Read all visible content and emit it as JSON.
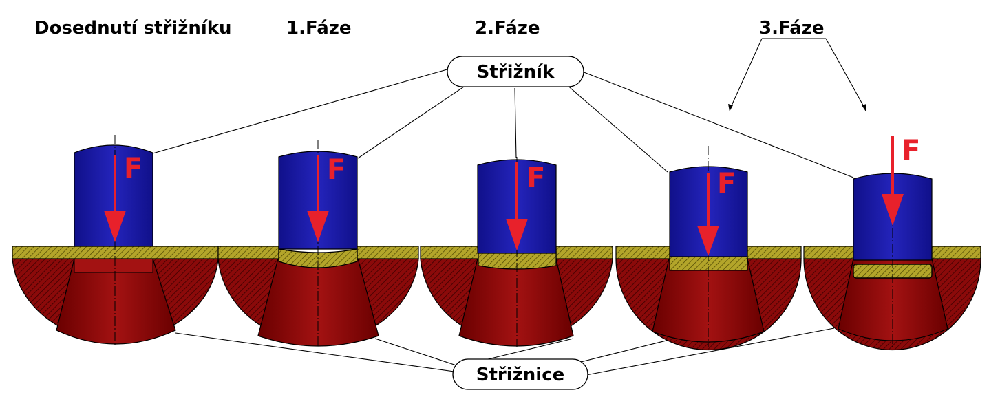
{
  "titles": {
    "seating": "Dosednutí střižníku",
    "phase1": "1.Fáze",
    "phase2": "2.Fáze",
    "phase3": "3.Fáze"
  },
  "labels": {
    "punch": "Střižník",
    "die": "Střižnice",
    "force": "F"
  },
  "colors": {
    "punch": "#1a1aa8",
    "die": "#8b0a0a",
    "sheet": "#b3a52a",
    "force_arrow": "#e8212b"
  },
  "stages": [
    {
      "name": "seating"
    },
    {
      "name": "phase1"
    },
    {
      "name": "phase2"
    },
    {
      "name": "phase3a"
    },
    {
      "name": "phase3b"
    }
  ]
}
